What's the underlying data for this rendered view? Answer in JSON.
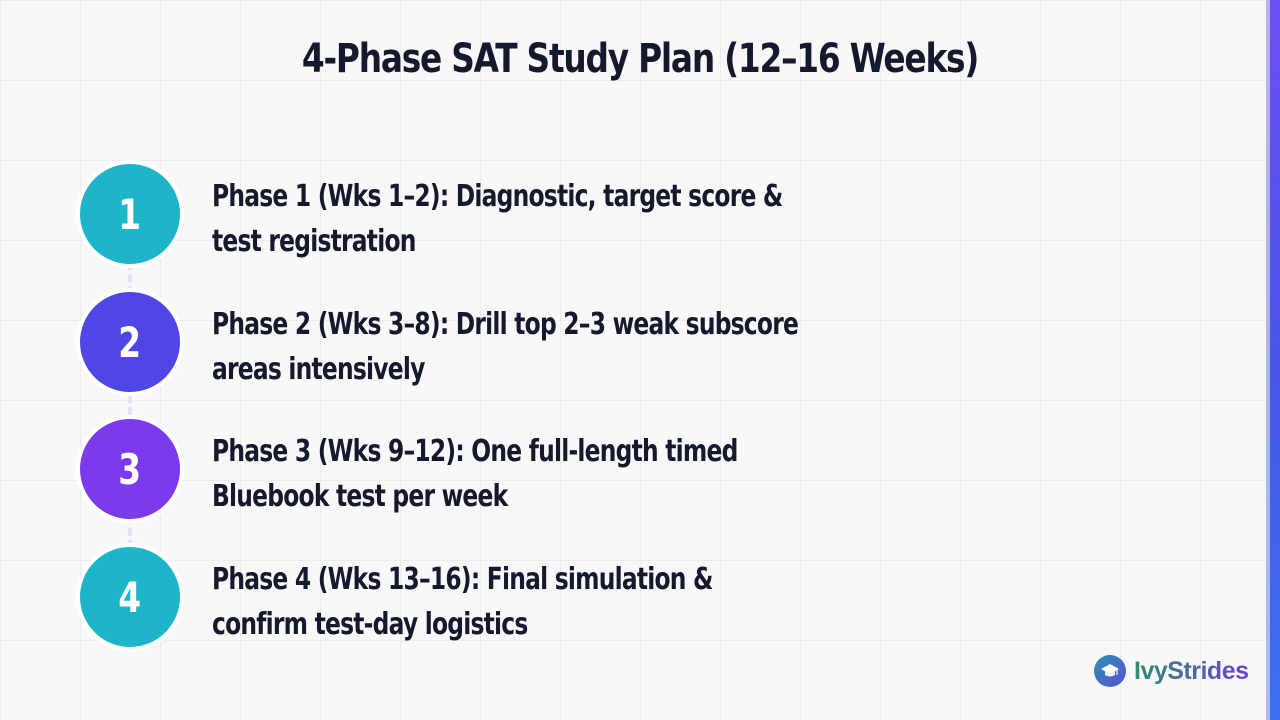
{
  "slide": {
    "title": "4-Phase SAT Study Plan (12–16 Weeks)"
  },
  "phases": [
    {
      "number": "1",
      "text": "Phase 1 (Wks 1–2): Diagnostic, target score & test registration",
      "color": "#1fb5c8"
    },
    {
      "number": "2",
      "text": "Phase 2 (Wks 3–8): Drill top 2–3 weak subscore areas intensively",
      "color": "#4f46e5"
    },
    {
      "number": "3",
      "text": "Phase 3 (Wks 9–12): One full-length timed Bluebook test per week",
      "color": "#7c3aed"
    },
    {
      "number": "4",
      "text": "Phase 4 (Wks 13–16): Final simulation & confirm test-day logistics",
      "color": "#1fb5c8"
    }
  ],
  "brand": {
    "name": "IvyStrides",
    "icon": "graduation-cap-icon",
    "colors": {
      "start": "#2f8f6f",
      "end": "#6d3fd6"
    }
  }
}
